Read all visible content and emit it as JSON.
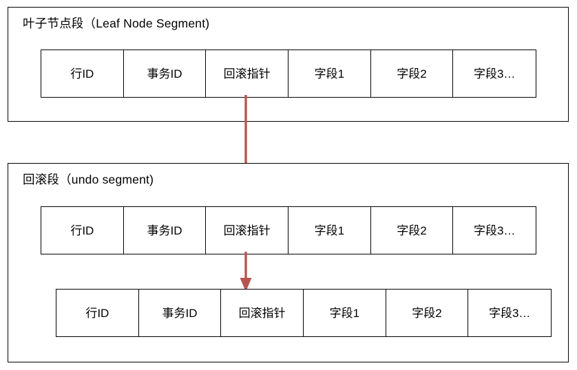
{
  "diagram": {
    "title_leaf": "叶子节点段（Leaf Node Segment)",
    "title_undo": "回滚段（undo segment)",
    "accent_color": "#b85450",
    "line_color": "#000000",
    "background_color": "#ffffff"
  },
  "segments": [
    {
      "id": "leaf-node-segment",
      "label": "叶子节点段（Leaf Node Segment)",
      "record": {
        "id": "leaf-record",
        "cells": [
          "行ID",
          "事务ID",
          "回滚指针",
          "字段1",
          "字段2",
          "字段3…"
        ]
      }
    },
    {
      "id": "undo-segment",
      "label": "回滚段（undo segment)",
      "records": [
        {
          "id": "undo-record-1",
          "cells": [
            "行ID",
            "事务ID",
            "回滚指针",
            "字段1",
            "字段2",
            "字段3…"
          ]
        },
        {
          "id": "undo-record-2",
          "cells": [
            "行ID",
            "事务ID",
            "回滚指针",
            "字段1",
            "字段2",
            "字段3…"
          ]
        }
      ]
    }
  ],
  "connectors": [
    {
      "id": "arrow-leaf-to-undo1",
      "from": "leaf-record.回滚指针",
      "to": "undo-record-1",
      "color": "#b85450"
    },
    {
      "id": "arrow-undo1-to-undo2",
      "from": "undo-record-1.回滚指针",
      "to": "undo-record-2",
      "color": "#b85450"
    }
  ]
}
